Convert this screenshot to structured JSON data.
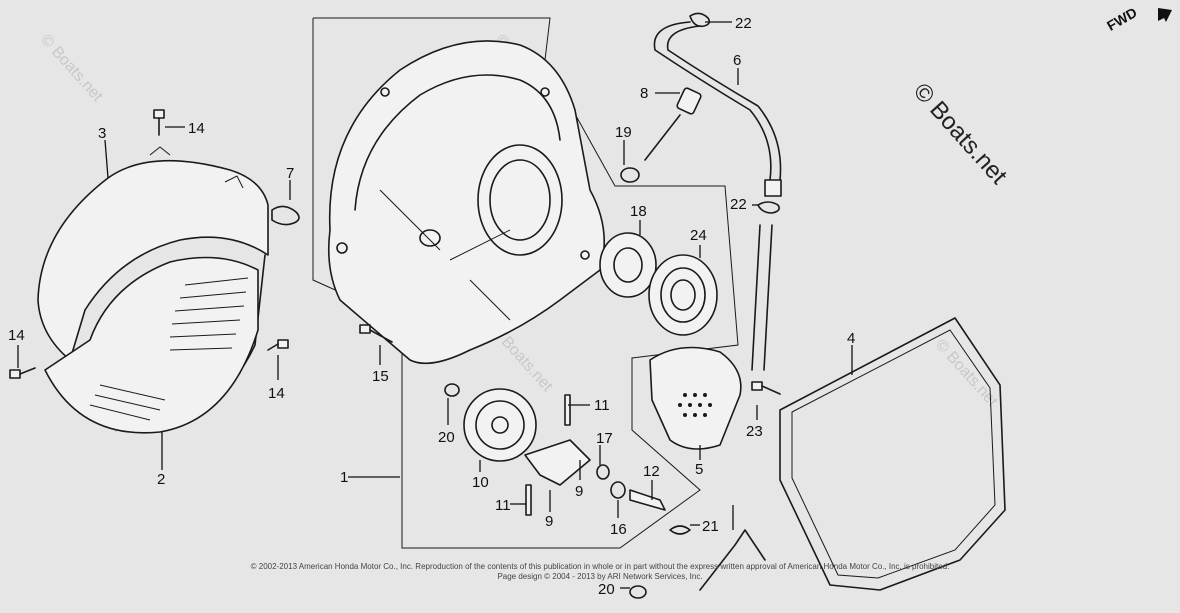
{
  "diagram": {
    "fwd_label": "FWD",
    "brand_watermark": "© Boats.net",
    "faint_watermark": "© Boats.net",
    "copyright_line1": "© 2002-2013 American Honda Motor Co., Inc. Reproduction of the contents of this publication in whole or in part without the express written approval of American Honda Motor Co., Inc. is prohibited.",
    "copyright_line2": "Page design © 2004 - 2013 by ARI Network Services, Inc.",
    "callouts": {
      "c1": "1",
      "c2": "2",
      "c3": "3",
      "c4": "4",
      "c5": "5",
      "c6": "6",
      "c7": "7",
      "c8": "8",
      "c9a": "9",
      "c9b": "9",
      "c10": "10",
      "c11a": "11",
      "c11b": "11",
      "c12": "12",
      "c14a": "14",
      "c14b": "14",
      "c14c": "14",
      "c15": "15",
      "c16": "16",
      "c17": "17",
      "c18": "18",
      "c19": "19",
      "c20a": "20",
      "c20b": "20",
      "c21": "21",
      "c22a": "22",
      "c22b": "22",
      "c23": "23",
      "c24": "24"
    }
  }
}
